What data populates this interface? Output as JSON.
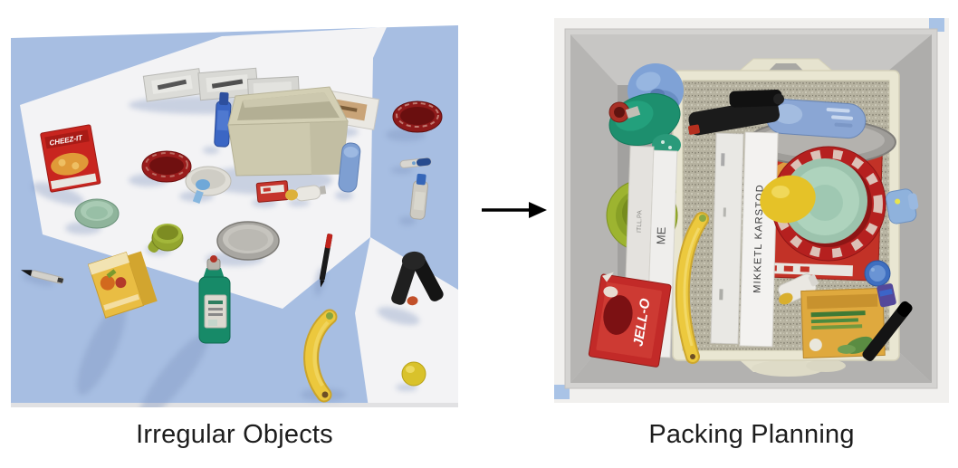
{
  "figure": {
    "type": "two-panel robotic packing figure",
    "left_caption": "Irregular Objects",
    "right_caption": "Packing Planning",
    "arrow_icon": "right-arrow"
  },
  "left_scene": {
    "description": "3D render of household objects scattered on a blue-and-white checkered floor around an empty beige storage bin",
    "floor_blue": "#a7bee2",
    "floor_white": "#f3f3f5",
    "labels": {
      "cheezit_box": "CHEEZ-IT"
    },
    "objects": [
      "knife box",
      "knife box",
      "knife box",
      "white flat box",
      "red bowl left",
      "blue water bottle",
      "beige storage bin",
      "blue shoe",
      "Cheez-It cracker box",
      "white bowl with blue sponge",
      "small red box",
      "mustard bottle",
      "green bowl",
      "olive mug",
      "gray pan",
      "red-black pen",
      "red bowl right",
      "toothbrush",
      "glue bottle with blue cap",
      "black marker",
      "yellow juice box",
      "green detergent bottle",
      "banana",
      "black spring clamp",
      "lemon"
    ]
  },
  "right_scene": {
    "description": "Top-down view of the same objects packed tightly inside the beige bin sitting in a gray box",
    "labels": {
      "knife_box": "MIKKETL KARSTOD",
      "white_box": "ME",
      "white_box_side": "ITLL.PA",
      "jello_box": "JELL-O"
    },
    "bin_color": "#e9e6d2",
    "bin_interior": "#b6b2a0",
    "box_gray": "#b3b2b0",
    "corner_tile_blue": "#a9c3e6",
    "objects": [
      "gray outer box",
      "beige storage bin",
      "black spring clamp",
      "blue shoe",
      "gray pan",
      "red cracker box flat",
      "red bowl",
      "green bowl",
      "lemon",
      "blue cup",
      "white knife boxes",
      "banana",
      "mustard bottle",
      "blue bottle cap",
      "yellow tea box",
      "black marker",
      "purple lighter",
      "crumpled blue cup",
      "green detergent bottle top view",
      "olive mug top view",
      "white long boxes",
      "Jell-O box"
    ]
  }
}
